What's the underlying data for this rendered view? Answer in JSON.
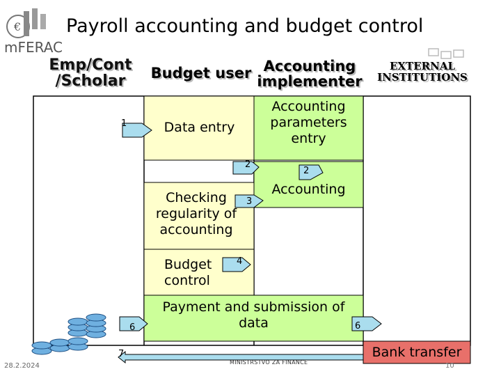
{
  "title": "Payroll accounting and budget control",
  "logo": {
    "text": "mFERAC"
  },
  "columns": {
    "emp": "Emp/Cont\n/Scholar",
    "budget": "Budget user",
    "accounting": "Accounting\nimplementer",
    "external": "EXTERNAL\nINSTITUTIONS"
  },
  "steps": {
    "data_entry": "Data entry",
    "acc_params": "Accounting\nparameters\nentry",
    "checking": "Checking\nregularity of\naccounting",
    "accounting": "Accounting",
    "budget_control": "Budget\ncontrol",
    "payment": "Payment and submission of\ndata",
    "bank_transfer": "Bank transfer"
  },
  "numbers": {
    "n1": "1",
    "n2a": "2",
    "n2b": "2",
    "n3": "3",
    "n4": "4",
    "n6a": "6",
    "n6b": "6",
    "n7": "7"
  },
  "footer": {
    "date": "28.2.2024",
    "ministry": "MINISTRSTVO ZA FINANCE",
    "page": "10"
  },
  "colors": {
    "budget_fill": "#ffffcc",
    "accounting_fill": "#ccff99",
    "bank_fill": "#e8706a",
    "arrow": "#aaddee",
    "frame": "#000000"
  }
}
